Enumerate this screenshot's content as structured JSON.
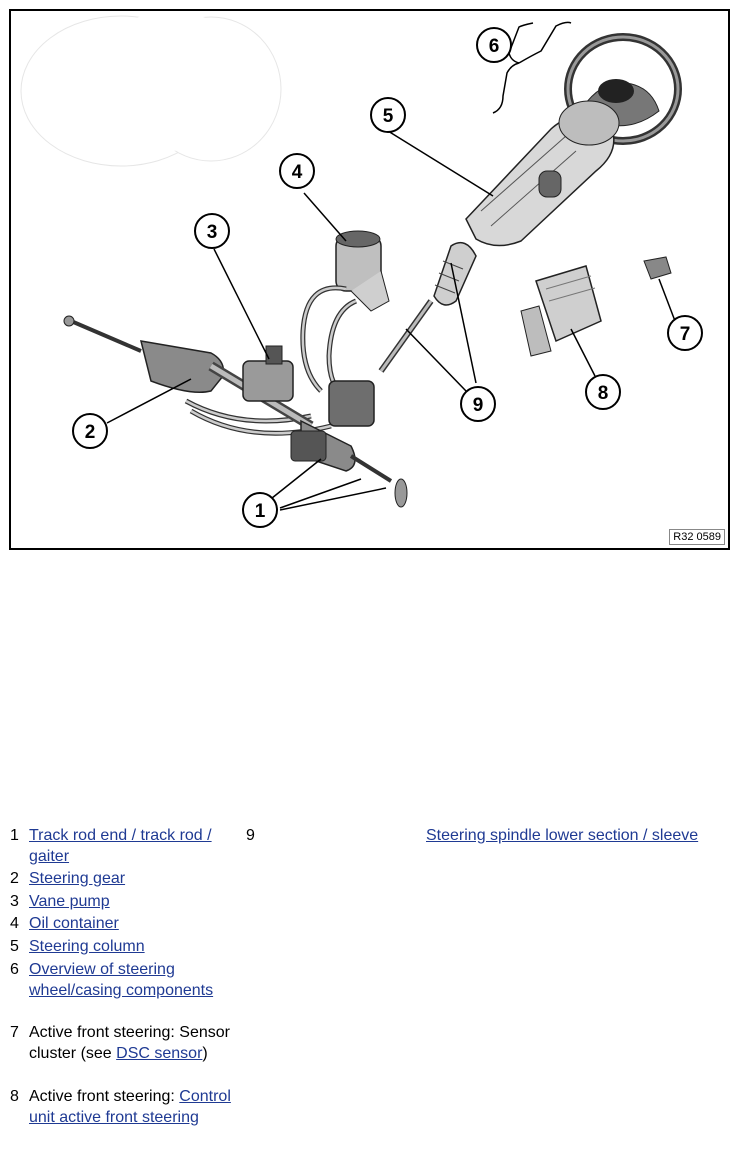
{
  "figure": {
    "id": "R32 0589",
    "callouts": [
      "1",
      "2",
      "3",
      "4",
      "5",
      "6",
      "7",
      "8",
      "9"
    ]
  },
  "legend": {
    "items": [
      {
        "num": "1",
        "link": "Track rod end / track rod / gaiter"
      },
      {
        "num": "2",
        "link": "Steering gear"
      },
      {
        "num": "3",
        "link": "Vane pump"
      },
      {
        "num": "4",
        "link": "Oil container"
      },
      {
        "num": "5",
        "link": "Steering column"
      },
      {
        "num": "6",
        "link": "Overview of steering wheel/casing components"
      },
      {
        "num": "7",
        "prefix": "Active front steering: Sensor cluster (see ",
        "link": "DSC sensor",
        "suffix": ")"
      },
      {
        "num": "8",
        "prefix": "Active front steering: ",
        "link": "Control unit active front steering"
      }
    ],
    "right": {
      "num": "9",
      "link": "Steering spindle lower section / sleeve"
    }
  },
  "colors": {
    "link": "#1f3a93",
    "line": "#000000"
  }
}
